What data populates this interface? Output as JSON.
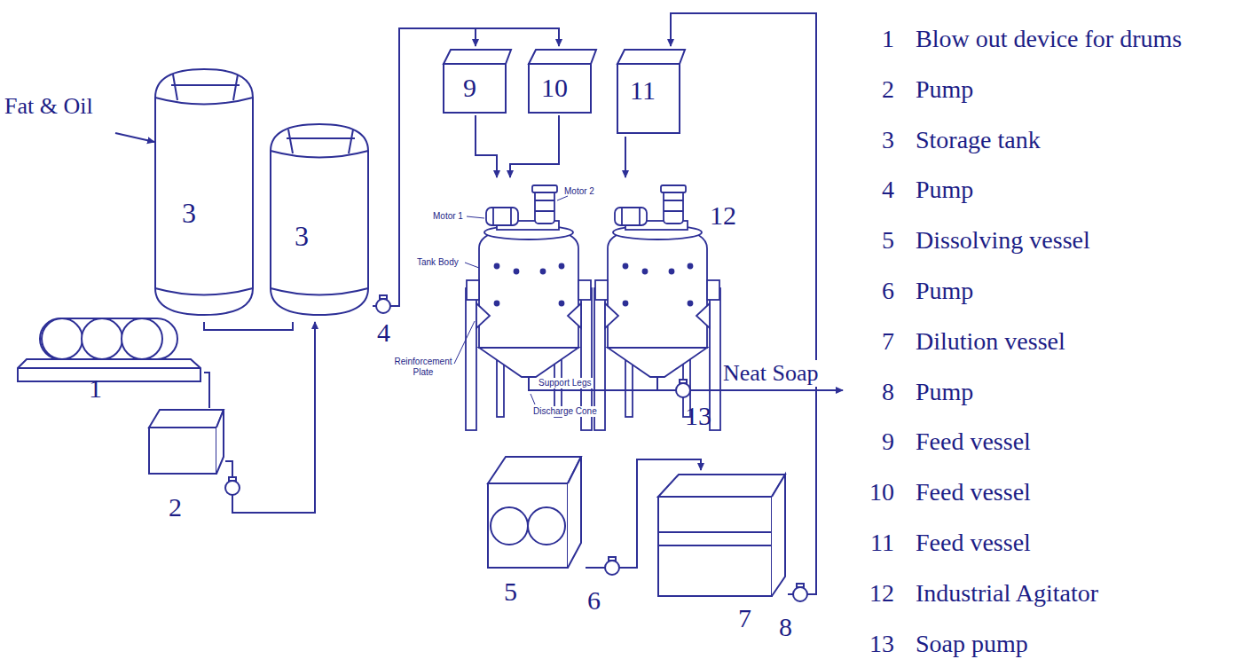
{
  "diagram": {
    "nodes": [
      {
        "text": [
          "3"
        ]
      },
      {
        "text": [
          "3"
        ]
      },
      {
        "text": [
          "1"
        ]
      },
      {
        "text": [
          "2"
        ]
      },
      {
        "text": [
          "9"
        ]
      },
      {
        "text": [
          "10"
        ]
      },
      {
        "text": [
          "11"
        ]
      },
      {
        "text": [
          "Motor 1",
          "Motor 2",
          "Tank Body",
          "Reinforcement Plate",
          "Support Legs",
          "Discharge Cone"
        ]
      },
      {
        "text": [
          "12"
        ]
      },
      {
        "text": [
          "5"
        ]
      },
      {
        "text": [
          "7"
        ]
      }
    ],
    "edges": [
      {
        "from": 2,
        "to": 3,
        "arrow": "none"
      },
      {
        "from": 3,
        "to": 1,
        "arrow": "to"
      },
      {
        "from": 0,
        "to": 1,
        "arrow": "none"
      },
      {
        "from": 1,
        "to": 4,
        "arrow": "to"
      },
      {
        "from": 1,
        "to": 5,
        "arrow": "to"
      },
      {
        "from": 4,
        "to": 7,
        "arrow": "to"
      },
      {
        "from": 5,
        "to": 7,
        "arrow": "to"
      },
      {
        "from": 6,
        "to": 8,
        "arrow": "to"
      },
      {
        "from": 9,
        "to": 10,
        "arrow": "to"
      },
      {
        "from": 10,
        "to": 6,
        "arrow": "to"
      }
    ],
    "labels": [
      "Fat & Oil",
      "4",
      "6",
      "8",
      "13",
      "Neat Soap",
      "1",
      "Blow out device for drums",
      "2",
      "Pump",
      "3",
      "Storage tank",
      "4",
      "Pump",
      "5",
      "Dissolving vessel",
      "6",
      "Pump",
      "7",
      "Dilution  vessel",
      "8",
      "Pump",
      "9",
      "Feed vessel",
      "10",
      "Feed vessel",
      "11",
      "Feed vessel",
      "12",
      "Industrial Agitator",
      "13",
      "Soap pump"
    ]
  }
}
